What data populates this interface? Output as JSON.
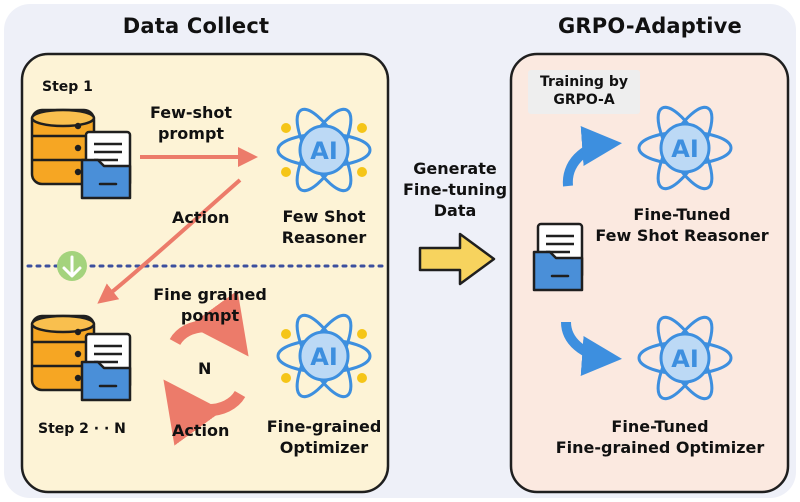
{
  "titles": {
    "left": "Data Collect",
    "right": "GRPO-Adaptive"
  },
  "left_panel": {
    "step1": "Step 1",
    "few_shot_prompt": [
      "Few-shot",
      "prompt"
    ],
    "action_top": "Action",
    "few_shot_reasoner": [
      "Few Shot",
      "Reasoner"
    ],
    "fine_grained_prompt": [
      "Fine grained",
      "pompt"
    ],
    "loop_label": "N",
    "action_bottom": "Action",
    "step2": "Step 2 · · N",
    "fine_grained_optimizer": [
      "Fine-grained",
      "Optimizer"
    ]
  },
  "middle": {
    "generate": [
      "Generate",
      "Fine-tuning",
      "Data"
    ]
  },
  "right_panel": {
    "training": [
      "Training by",
      "GRPO-A"
    ],
    "ft_reasoner": [
      "Fine-Tuned",
      "Few Shot Reasoner"
    ],
    "ft_optimizer": [
      "Fine-Tuned",
      "Fine-grained Optimizer"
    ]
  },
  "icons": {
    "ai_badge": "AI"
  },
  "colors": {
    "outer_bg": "#eef0f8",
    "left_panel_bg": "#fdf3d6",
    "right_panel_bg": "#fbe9e0",
    "panel_border": "#1f1f1f",
    "arrow_salmon": "#ec7b6a",
    "arrow_blue": "#3d8fdf",
    "atom_blue": "#5aa0e6",
    "atom_fill": "#bcd9f5",
    "db_orange": "#f6a623",
    "folder_blue": "#4a8fd8",
    "divider": "#3c4f9e",
    "down_circle": "#a4d37d",
    "big_arrow_fill": "#f7d35e"
  }
}
